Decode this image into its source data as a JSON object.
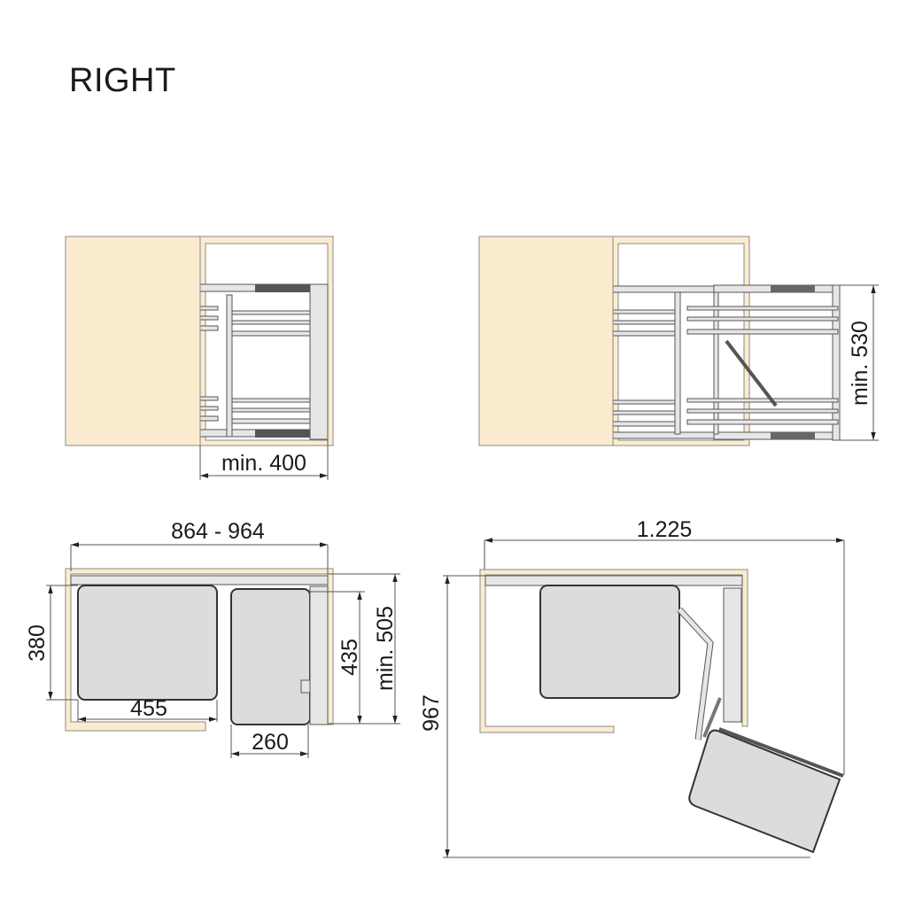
{
  "title": "RIGHT",
  "colors": {
    "panel": "#fbecd0",
    "basket": "#dcdcdc",
    "line": "#333333"
  },
  "views": {
    "closed_front": {
      "dimension": "min. 400"
    },
    "open_front": {
      "dimension": "min. 530"
    },
    "closed_top": {
      "width": "864 - 964",
      "basket_depth": "380",
      "basket_width": "455",
      "rear_basket_width": "260",
      "rear_basket_depth": "435",
      "cabinet_depth": "min. 505"
    },
    "open_top": {
      "width": "1.225",
      "depth": "967"
    }
  }
}
